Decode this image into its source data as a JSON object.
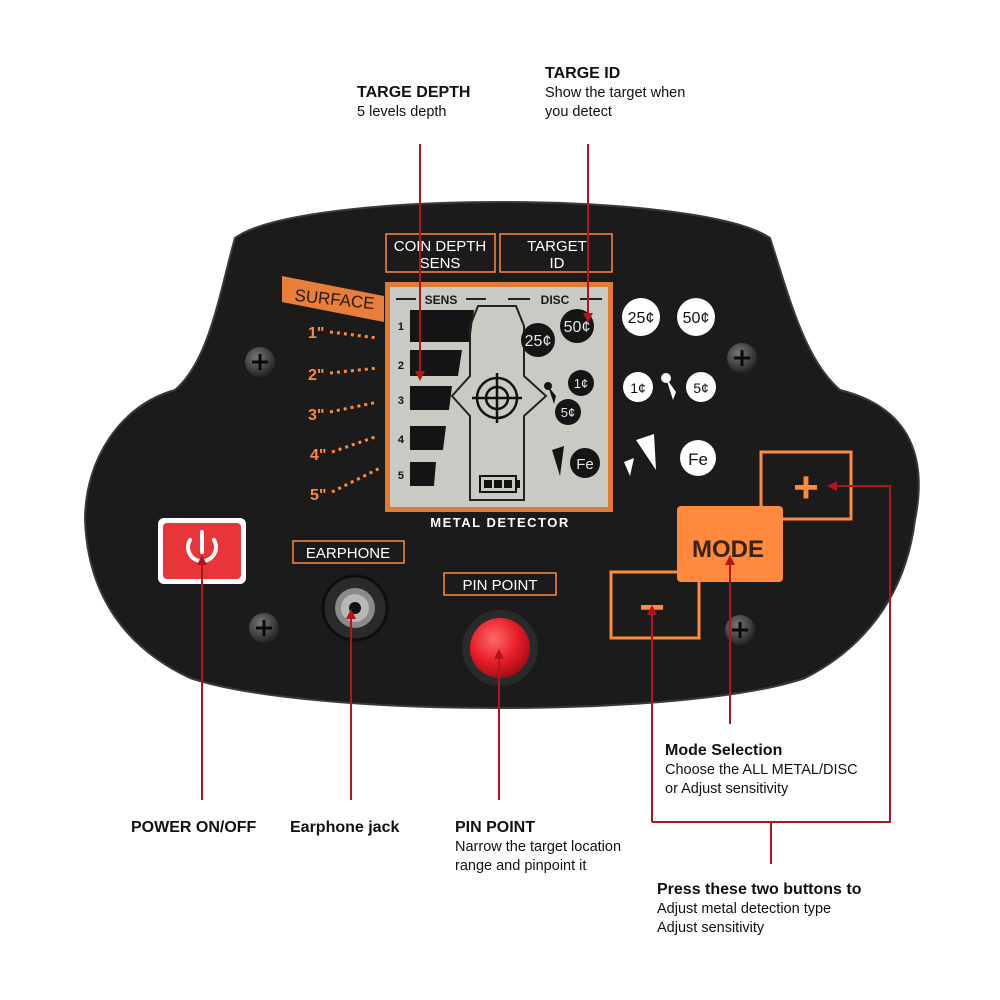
{
  "callouts": {
    "depth": {
      "title": "TARGE DEPTH",
      "desc": "5 levels depth"
    },
    "target_id": {
      "title": "TARGE ID",
      "desc_line1": "Show the target when",
      "desc_line2": "you detect"
    },
    "mode": {
      "title": "Mode Selection",
      "desc_line1": "Choose the ALL METAL/DISC",
      "desc_line2": "or Adjust sensitivity"
    },
    "power": {
      "title": "POWER ON/OFF"
    },
    "earphone": {
      "title": "Earphone jack"
    },
    "pinpoint": {
      "title": "PIN POINT",
      "desc_line1": "Narrow the target location",
      "desc_line2": "range and pinpoint it"
    },
    "two_buttons": {
      "title": "Press these two buttons to",
      "desc_line1": "Adjust metal detection type",
      "desc_line2": "Adjust sensitivity"
    }
  },
  "panel": {
    "coin_depth_line1": "COIN DEPTH",
    "coin_depth_line2": "SENS",
    "target_line1": "TARGET",
    "target_line2": "ID",
    "surface": "SURFACE",
    "depth_marks": [
      "1\"",
      "2\"",
      "3\"",
      "4\"",
      "5\""
    ],
    "screen_sens": "SENS",
    "screen_disc": "DISC",
    "screen_levels": [
      "1",
      "2",
      "3",
      "4",
      "5"
    ],
    "screen_coins": {
      "c25": "25¢",
      "c50": "50¢",
      "c1": "1¢",
      "c5": "5¢",
      "fe": "Fe"
    },
    "metal_detector": "METAL DETECTOR",
    "earphone_label": "EARPHONE",
    "pinpoint_label": "PIN POINT",
    "mode_label": "MODE",
    "plus_label": "+",
    "minus_label": "−",
    "side_coins": {
      "c25": "25¢",
      "c50": "50¢",
      "c1": "1¢",
      "c5": "5¢",
      "fe": "Fe"
    }
  },
  "colors": {
    "accent_orange": "#ff8a3d",
    "arrow_red": "#b3141c",
    "panel_black": "#1a1a1a",
    "power_red": "#e8353a",
    "pin_red": "#e81e28",
    "lcd": "#c8cac4"
  }
}
